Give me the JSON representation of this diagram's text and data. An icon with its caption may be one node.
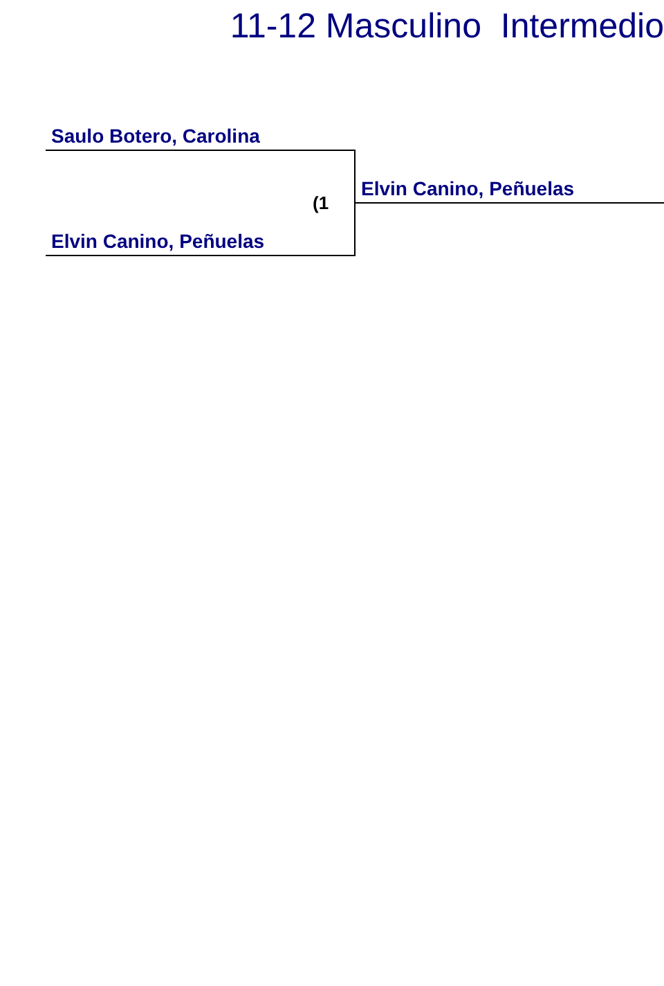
{
  "diagram": {
    "title": "11-12 Masculino  Intermedio",
    "nodes": [
      {
        "text": [
          "Saulo Botero, Carolina"
        ]
      },
      {
        "text": [
          "Elvin Canino, Peñuelas"
        ]
      },
      {
        "text": [
          "Elvin Canino, Peñuelas"
        ]
      }
    ],
    "edges": [
      {
        "from": 0,
        "to": 2,
        "arrow": "none"
      },
      {
        "from": 1,
        "to": 2,
        "arrow": "none"
      }
    ],
    "labels": [
      "(1"
    ]
  }
}
